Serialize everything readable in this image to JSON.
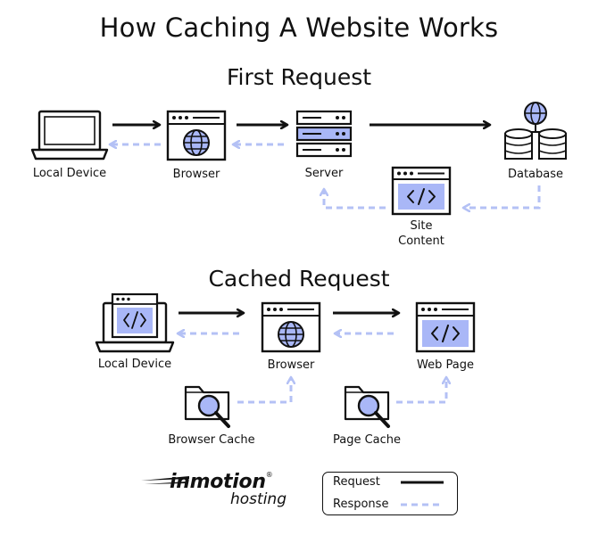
{
  "title": "How Caching A Website Works",
  "sections": {
    "first": "First Request",
    "cached": "Cached Request"
  },
  "first_request": {
    "local_device": "Local Device",
    "browser": "Browser",
    "server": "Server",
    "database": "Database",
    "site_content_line1": "Site",
    "site_content_line2": "Content"
  },
  "cached_request": {
    "local_device": "Local Device",
    "browser": "Browser",
    "web_page": "Web Page",
    "browser_cache": "Browser Cache",
    "page_cache": "Page Cache"
  },
  "legend": {
    "request": "Request",
    "response": "Response"
  },
  "logo": {
    "name": "inmotion",
    "mark": "®",
    "sub": "hosting"
  },
  "colors": {
    "stroke": "#111111",
    "accent_fill": "#a9b7f7",
    "response_dash": "#b4c1f5"
  }
}
